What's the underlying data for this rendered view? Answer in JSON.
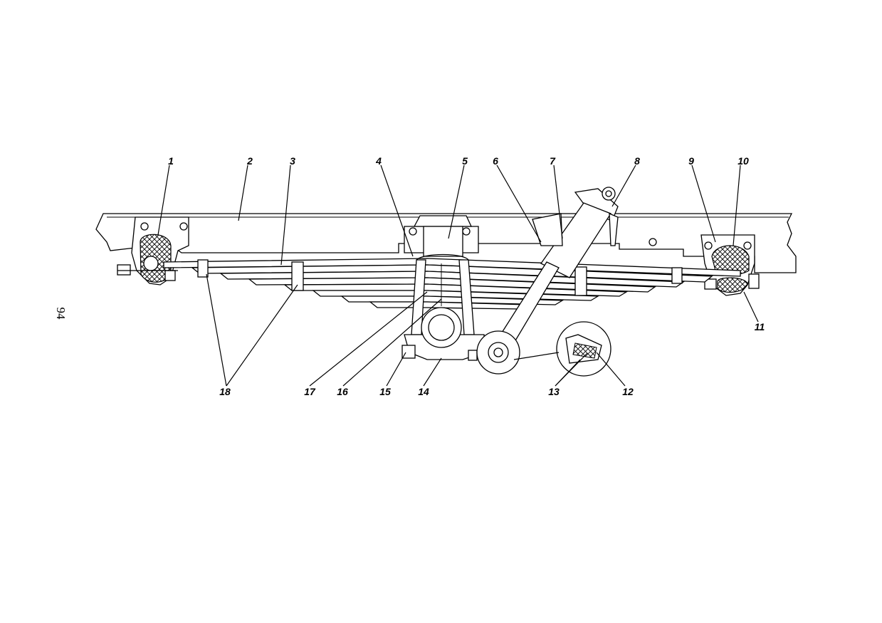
{
  "page": {
    "number": "94"
  },
  "callouts": [
    {
      "id": "1",
      "label": "1"
    },
    {
      "id": "2",
      "label": "2"
    },
    {
      "id": "3",
      "label": "3"
    },
    {
      "id": "4",
      "label": "4"
    },
    {
      "id": "5",
      "label": "5"
    },
    {
      "id": "6",
      "label": "6"
    },
    {
      "id": "7",
      "label": "7"
    },
    {
      "id": "8",
      "label": "8"
    },
    {
      "id": "9",
      "label": "9"
    },
    {
      "id": "10",
      "label": "10"
    },
    {
      "id": "11",
      "label": "11"
    },
    {
      "id": "12",
      "label": "12"
    },
    {
      "id": "13",
      "label": "13"
    },
    {
      "id": "14",
      "label": "14"
    },
    {
      "id": "15",
      "label": "15"
    },
    {
      "id": "16",
      "label": "16"
    },
    {
      "id": "17",
      "label": "17"
    },
    {
      "id": "18",
      "label": "18"
    }
  ]
}
